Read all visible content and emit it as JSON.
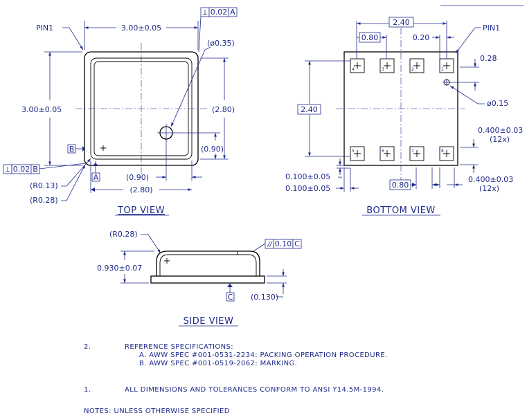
{
  "colors": {
    "dimension": "#1e2a8a",
    "outline": "#000000",
    "background": "#ffffff"
  },
  "top_view": {
    "pin1": "PIN1",
    "width": "3.00±0.05",
    "height": "3.00±0.05",
    "hole_dia": "(ø0.35)",
    "inner_height": "(2.80)",
    "hole_y": "(0.90)",
    "hole_x": "(0.90)",
    "inner_width": "(2.80)",
    "r_inner": "(R0.13)",
    "r_outer": "(R0.28)",
    "flatness": "0.02",
    "flatness_ref": "A",
    "perp": "0.02",
    "perp_ref": "B",
    "datum_a": "A",
    "datum_b": "B",
    "label": "TOP VIEW"
  },
  "bottom_view": {
    "pin1": "PIN1",
    "span": "2.40",
    "pitch": "0.80",
    "gap": "0.20",
    "edge": "0.28",
    "via": "ø0.15",
    "height": "2.40",
    "pad_top": "0.400±0.03",
    "pad_top_qty": "(12x)",
    "offset1": "0.100±0.05",
    "offset2": "0.100±0.05",
    "pitch_bottom": "0.80",
    "pad_bottom": "0.400±0.03",
    "pad_bottom_qty": "(12x)",
    "pin_numbers_top": [
      "4",
      "3",
      "2",
      "1"
    ],
    "pin_numbers_bottom": [
      "5",
      "6",
      "7",
      "8"
    ],
    "label": "BOTTOM VIEW"
  },
  "side_view": {
    "radius": "(R0.28)",
    "parallel": "0.10",
    "parallel_ref": "C",
    "height": "0.930±0.07",
    "base": "(0.130)",
    "datum_c": "C",
    "label": "SIDE VIEW"
  },
  "notes": {
    "n2_num": "2.",
    "n2_title": "REFERENCE SPECIFICATIONS:",
    "n2_a": "A. AWW SPEC #001-0531-2234: PACKING OPERATION PROCEDURE.",
    "n2_b": "B. AWW SPEC #001-0519-2062: MARKING.",
    "n1_num": "1.",
    "n1_text": "ALL DIMENSIONS AND TOLERANCES CONFORM TO ANSI Y14.5M-1994.",
    "header": "NOTES: UNLESS OTHERWISE SPECIFIED"
  }
}
